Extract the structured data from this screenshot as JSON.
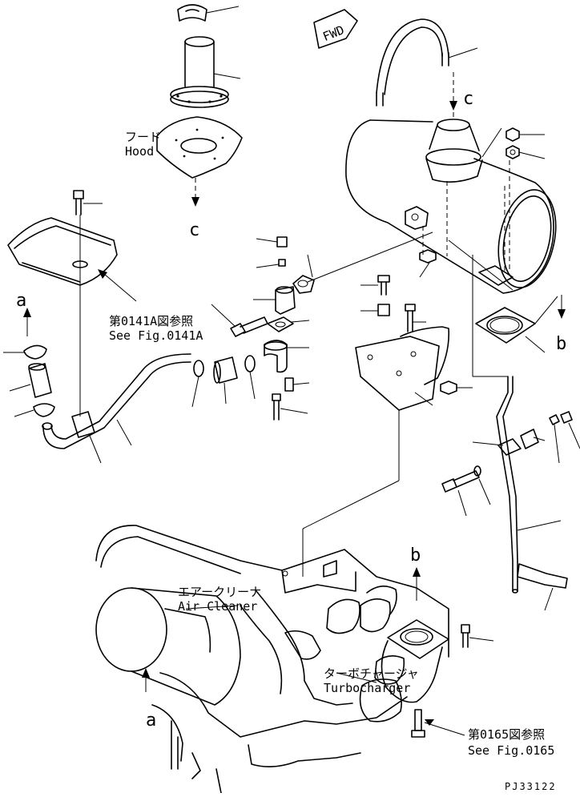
{
  "callouts": {
    "hood_jp": "フード",
    "hood_en": "Hood",
    "fig0141a_jp": "第0141A図参照",
    "fig0141a_en": "See Fig.0141A",
    "air_cleaner_jp": "エアークリーナ",
    "air_cleaner_en": "Air Cleaner",
    "turbo_jp": "ターボチャージャ",
    "turbo_en": "Turbocharger",
    "fig0165_jp": "第0165図参照",
    "fig0165_en": "See Fig.0165"
  },
  "markers": {
    "fwd": "FWD",
    "c_top": "c",
    "c_bottom": "c",
    "a_top": "a",
    "a_bottom": "a",
    "b_right": "b",
    "b_bottom": "b"
  },
  "drawing_code": "PJ33122"
}
